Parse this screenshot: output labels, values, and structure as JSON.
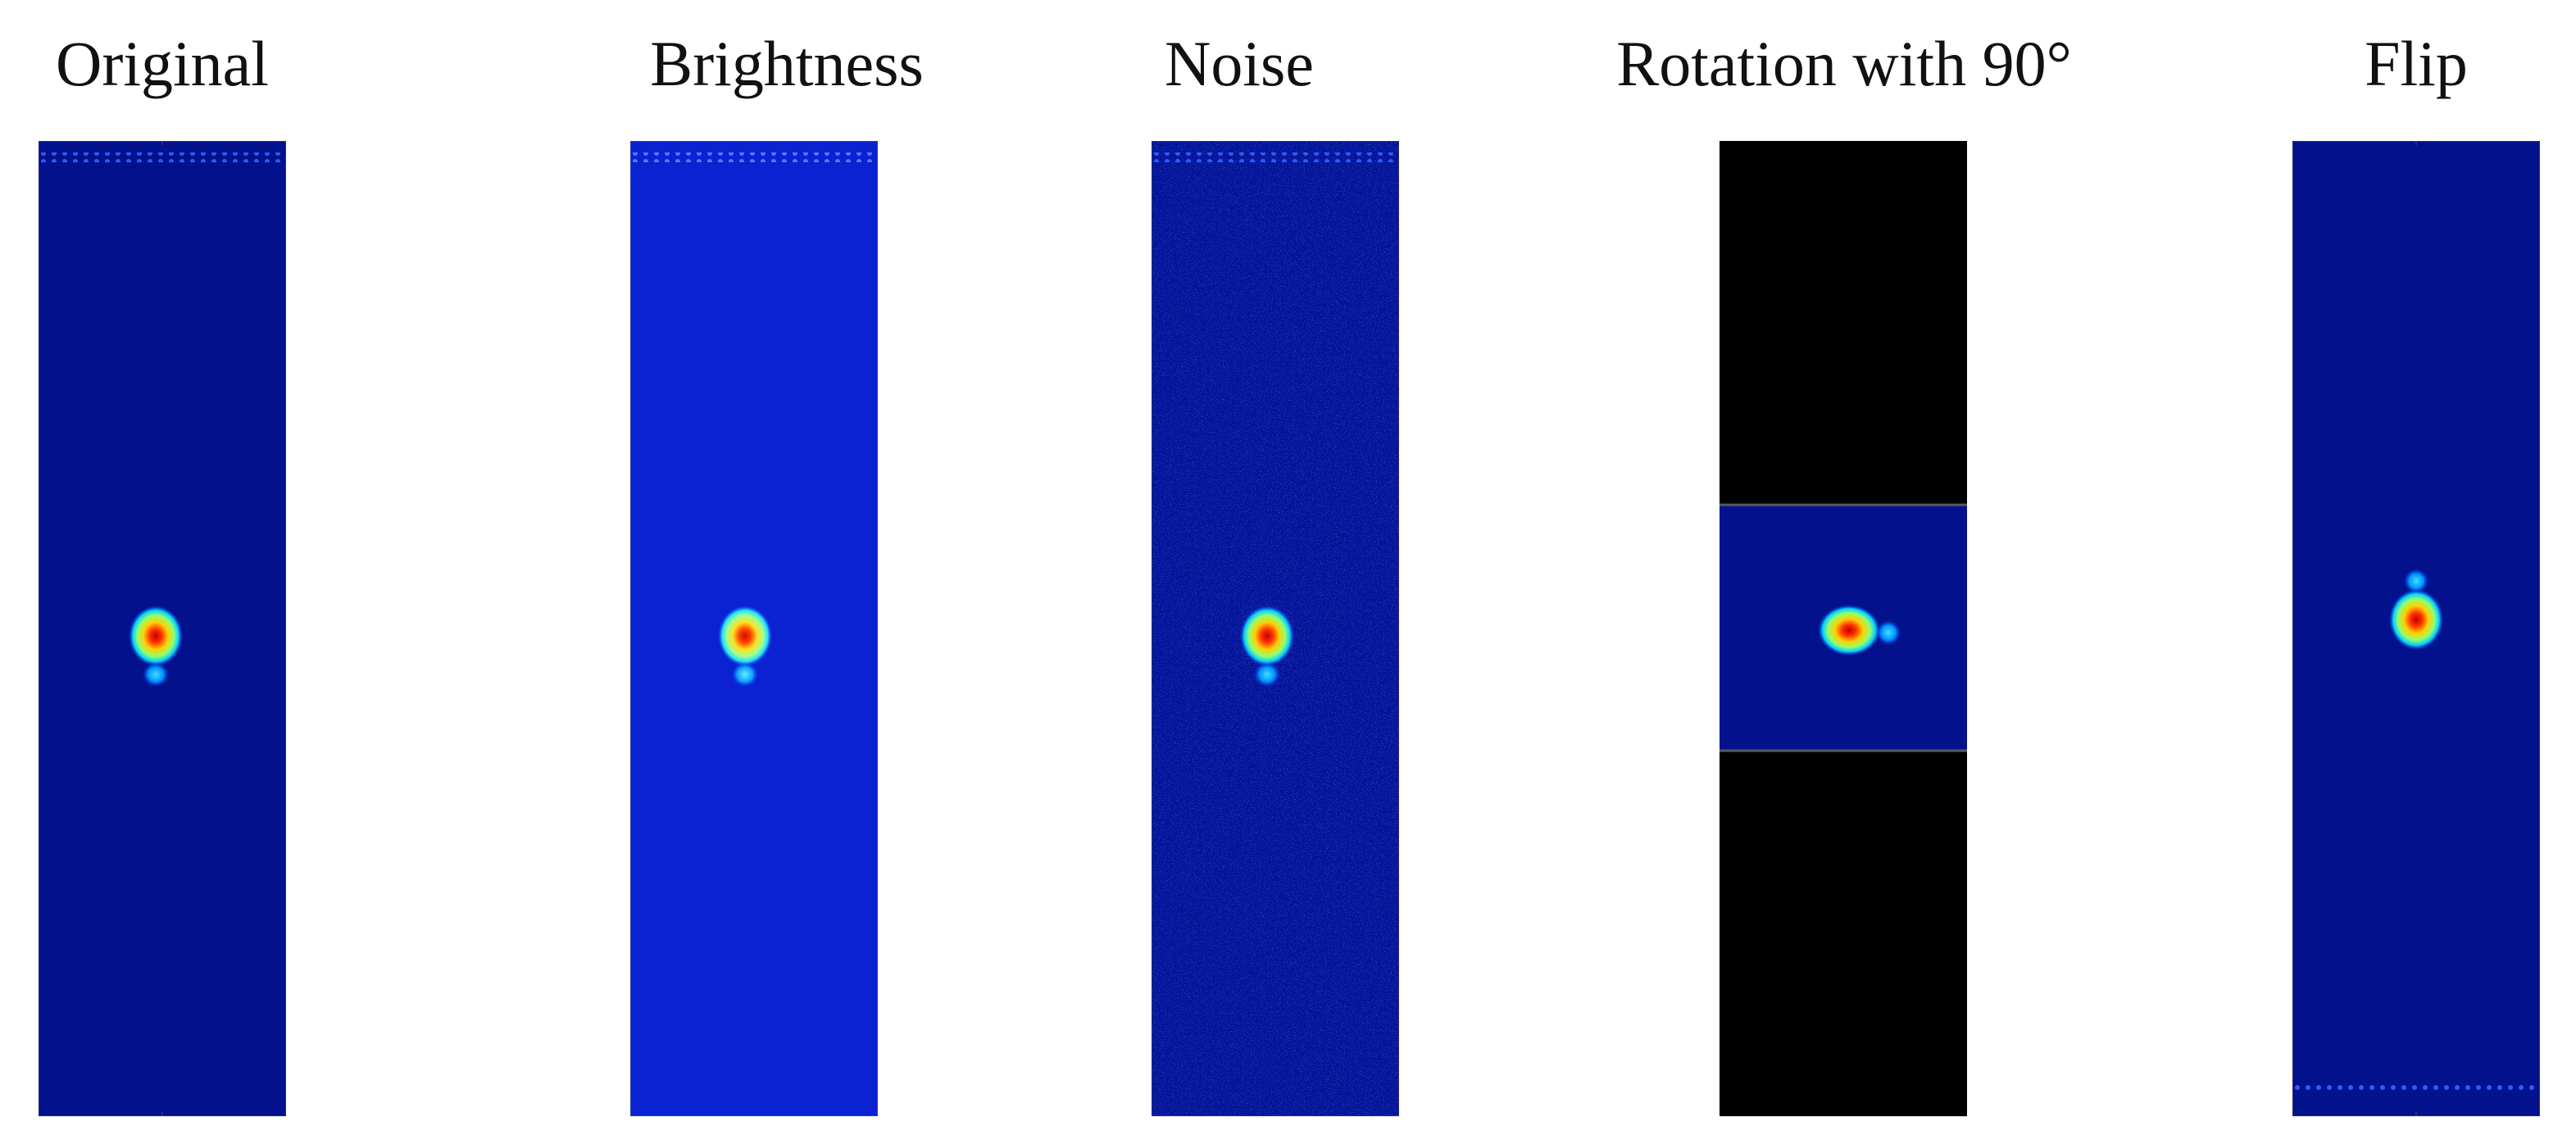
{
  "figure": {
    "panels": [
      {
        "id": "original",
        "title": "Original",
        "colors": {
          "background": "#03128c"
        }
      },
      {
        "id": "brightness",
        "title": "Brightness",
        "colors": {
          "background": "#0a22d2"
        }
      },
      {
        "id": "noise",
        "title": "Noise",
        "colors": {
          "background": "#04149a"
        }
      },
      {
        "id": "rotation",
        "title": "Rotation with 90°",
        "colors": {
          "background": "#03128c",
          "padding": "#000000"
        }
      },
      {
        "id": "flip",
        "title": "Flip",
        "colors": {
          "background": "#03128c"
        }
      }
    ],
    "colormap": [
      "#00008f",
      "#0030ff",
      "#00c8ff",
      "#7fff7f",
      "#ffe000",
      "#ff4000",
      "#a00000"
    ]
  }
}
